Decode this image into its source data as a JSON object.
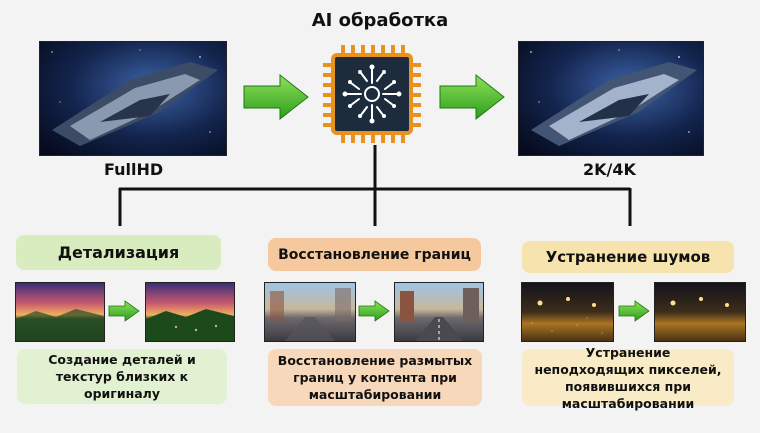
{
  "title": "AI обработка",
  "input_label": "FullHD",
  "output_label": "2K/4K",
  "features": [
    {
      "heading": "Детализация",
      "description": "Создание деталей и текстур близких к оригиналу",
      "head_color": "#d8ecbf",
      "body_color": "#e3f1d3"
    },
    {
      "heading": "Восстановление границ",
      "description": "Восстановление размытых границ у контента при масштабировании",
      "head_color": "#f5c89e",
      "body_color": "#f8d8bb"
    },
    {
      "heading": "Устранение шумов",
      "description": "Устранение неподходящих пикселей, появившихся при масштабировании",
      "head_color": "#f7e3ad",
      "body_color": "#f9ebc6"
    }
  ],
  "colors": {
    "arrow_green": "#3cb22a",
    "chip_orange": "#e8921f",
    "chip_core": "#1d2c3c"
  },
  "icons": [
    "right-arrow-icon",
    "ai-chip-icon"
  ]
}
